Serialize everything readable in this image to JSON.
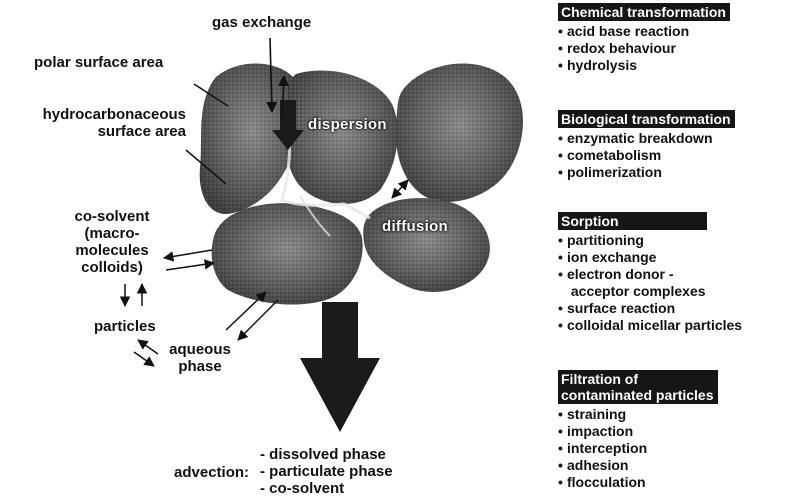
{
  "labels": {
    "gas_exchange": "gas exchange",
    "polar_surface_area": "polar surface area",
    "hydrocarbonaceous_line1": "hydrocarbonaceous",
    "hydrocarbonaceous_line2": "surface area",
    "dispersion": "dispersion",
    "diffusion": "diffusion",
    "cosolvent_lines": [
      "co-solvent",
      "(macro-",
      "molecules",
      "colloids)"
    ],
    "particles": "particles",
    "aqueous_lines": [
      "aqueous",
      "phase"
    ]
  },
  "advection": {
    "label": "advection:",
    "items": [
      "- dissolved phase",
      "- particulate phase",
      "- co-solvent"
    ]
  },
  "processes": [
    {
      "title_lines": [
        "Chemical transformation"
      ],
      "items": [
        "acid base reaction",
        "redox behaviour",
        "hydrolysis"
      ]
    },
    {
      "title_lines": [
        "Biological transformation"
      ],
      "items": [
        "enzymatic breakdown",
        "cometabolism",
        "polimerization"
      ]
    },
    {
      "title_lines": [
        "Sorption"
      ],
      "items": [
        "partitioning",
        "ion exchange",
        "electron donor -",
        "  acceptor complexes",
        "surface reaction",
        "colloidal micellar particles"
      ]
    },
    {
      "title_lines": [
        "Filtration of",
        "contaminated particles"
      ],
      "items": [
        "straining",
        "impaction",
        "interception",
        "adhesion",
        "flocculation"
      ]
    }
  ],
  "colors": {
    "grain_fill": "#5a5a5a",
    "grain_light": "#9a9a9a",
    "header_bg": "#161616"
  }
}
